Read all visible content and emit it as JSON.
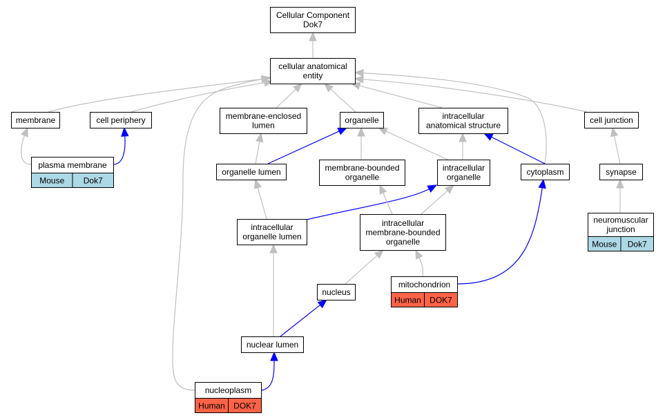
{
  "colors": {
    "edge_isa": "#c0c0c0",
    "edge_partof": "#0000ff",
    "mouse_cell": "#add8e6",
    "human_cell": "#ff6347"
  },
  "nodes": [
    {
      "id": "root",
      "lines": [
        "Cellular Component",
        "Dok7"
      ]
    },
    {
      "id": "cellular-anatomical-entity",
      "lines": [
        "cellular anatomical",
        "entity"
      ]
    },
    {
      "id": "membrane",
      "lines": [
        "membrane"
      ]
    },
    {
      "id": "cell-periphery",
      "lines": [
        "cell periphery"
      ]
    },
    {
      "id": "membrane-enclosed-lumen",
      "lines": [
        "membrane-enclosed",
        "lumen"
      ]
    },
    {
      "id": "organelle",
      "lines": [
        "organelle"
      ]
    },
    {
      "id": "intracellular-anatomical-structure",
      "lines": [
        "intracellular",
        "anatomical structure"
      ]
    },
    {
      "id": "cell-junction",
      "lines": [
        "cell junction"
      ]
    },
    {
      "id": "plasma-membrane",
      "lines": [
        "plasma membrane"
      ],
      "annotations": [
        {
          "species": "Mouse",
          "gene": "Dok7"
        }
      ]
    },
    {
      "id": "organelle-lumen",
      "lines": [
        "organelle lumen"
      ]
    },
    {
      "id": "membrane-bounded-organelle",
      "lines": [
        "membrane-bounded",
        "organelle"
      ]
    },
    {
      "id": "intracellular-organelle",
      "lines": [
        "intracellular",
        "organelle"
      ]
    },
    {
      "id": "cytoplasm",
      "lines": [
        "cytoplasm"
      ]
    },
    {
      "id": "synapse",
      "lines": [
        "synapse"
      ]
    },
    {
      "id": "intracellular-organelle-lumen",
      "lines": [
        "intracellular",
        "organelle lumen"
      ]
    },
    {
      "id": "intracellular-membrane-bounded-organelle",
      "lines": [
        "intracellular",
        "membrane-bounded",
        "organelle"
      ]
    },
    {
      "id": "neuromuscular-junction",
      "lines": [
        "neuromuscular",
        "junction"
      ],
      "annotations": [
        {
          "species": "Mouse",
          "gene": "Dok7"
        }
      ]
    },
    {
      "id": "nucleus",
      "lines": [
        "nucleus"
      ]
    },
    {
      "id": "mitochondrion",
      "lines": [
        "mitochondrion"
      ],
      "annotations": [
        {
          "species": "Human",
          "gene": "DOK7"
        }
      ]
    },
    {
      "id": "nuclear-lumen",
      "lines": [
        "nuclear lumen"
      ]
    },
    {
      "id": "nucleoplasm",
      "lines": [
        "nucleoplasm"
      ],
      "annotations": [
        {
          "species": "Human",
          "gene": "DOK7"
        }
      ]
    }
  ],
  "edges": [
    {
      "from": "cellular-anatomical-entity",
      "to": "root",
      "type": "is_a"
    },
    {
      "from": "membrane",
      "to": "cellular-anatomical-entity",
      "type": "is_a"
    },
    {
      "from": "cell-periphery",
      "to": "cellular-anatomical-entity",
      "type": "is_a"
    },
    {
      "from": "membrane-enclosed-lumen",
      "to": "cellular-anatomical-entity",
      "type": "is_a"
    },
    {
      "from": "organelle",
      "to": "cellular-anatomical-entity",
      "type": "is_a"
    },
    {
      "from": "intracellular-anatomical-structure",
      "to": "cellular-anatomical-entity",
      "type": "is_a"
    },
    {
      "from": "cell-junction",
      "to": "cellular-anatomical-entity",
      "type": "is_a"
    },
    {
      "from": "cytoplasm",
      "to": "cellular-anatomical-entity",
      "type": "is_a"
    },
    {
      "from": "nucleoplasm",
      "to": "cellular-anatomical-entity",
      "type": "is_a"
    },
    {
      "from": "plasma-membrane",
      "to": "membrane",
      "type": "is_a"
    },
    {
      "from": "plasma-membrane",
      "to": "cell-periphery",
      "type": "part_of"
    },
    {
      "from": "organelle-lumen",
      "to": "membrane-enclosed-lumen",
      "type": "is_a"
    },
    {
      "from": "organelle-lumen",
      "to": "organelle",
      "type": "part_of"
    },
    {
      "from": "membrane-bounded-organelle",
      "to": "organelle",
      "type": "is_a"
    },
    {
      "from": "intracellular-organelle",
      "to": "organelle",
      "type": "is_a"
    },
    {
      "from": "intracellular-organelle",
      "to": "intracellular-anatomical-structure",
      "type": "is_a"
    },
    {
      "from": "cytoplasm",
      "to": "intracellular-anatomical-structure",
      "type": "part_of"
    },
    {
      "from": "synapse",
      "to": "cell-junction",
      "type": "is_a"
    },
    {
      "from": "intracellular-organelle-lumen",
      "to": "organelle-lumen",
      "type": "is_a"
    },
    {
      "from": "intracellular-organelle-lumen",
      "to": "intracellular-organelle",
      "type": "part_of"
    },
    {
      "from": "intracellular-membrane-bounded-organelle",
      "to": "membrane-bounded-organelle",
      "type": "is_a"
    },
    {
      "from": "intracellular-membrane-bounded-organelle",
      "to": "intracellular-organelle",
      "type": "is_a"
    },
    {
      "from": "neuromuscular-junction",
      "to": "synapse",
      "type": "is_a"
    },
    {
      "from": "nucleus",
      "to": "intracellular-membrane-bounded-organelle",
      "type": "is_a"
    },
    {
      "from": "mitochondrion",
      "to": "intracellular-membrane-bounded-organelle",
      "type": "is_a"
    },
    {
      "from": "mitochondrion",
      "to": "cytoplasm",
      "type": "part_of"
    },
    {
      "from": "nuclear-lumen",
      "to": "intracellular-organelle-lumen",
      "type": "is_a"
    },
    {
      "from": "nuclear-lumen",
      "to": "nucleus",
      "type": "part_of"
    },
    {
      "from": "nucleoplasm",
      "to": "nuclear-lumen",
      "type": "part_of"
    }
  ]
}
